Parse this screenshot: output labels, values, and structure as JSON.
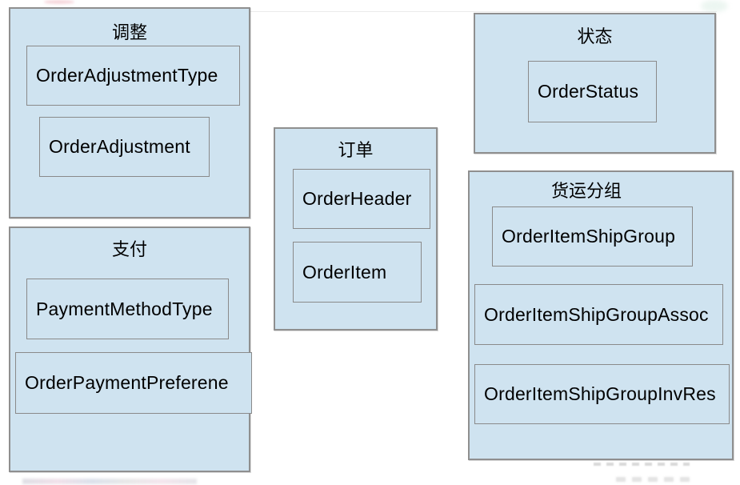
{
  "diagram": {
    "colors": {
      "box_fill": "#cfe3f0",
      "outer_border": "#8f8f8f",
      "inner_border": "#8a8a8a",
      "text": "#000000",
      "page_background": "#ffffff"
    },
    "groups": [
      {
        "id": "adjustment",
        "title": "调整",
        "entities": [
          "OrderAdjustmentType",
          "OrderAdjustment"
        ]
      },
      {
        "id": "payment",
        "title": "支付",
        "entities": [
          "PaymentMethodType",
          "OrderPaymentPreferene"
        ]
      },
      {
        "id": "order",
        "title": "订单",
        "entities": [
          "OrderHeader",
          "OrderItem"
        ]
      },
      {
        "id": "status",
        "title": "状态",
        "entities": [
          "OrderStatus"
        ]
      },
      {
        "id": "shipgroup",
        "title": "货运分组",
        "entities": [
          "OrderItemShipGroup",
          "OrderItemShipGroupAssoc",
          "OrderItemShipGroupInvRes"
        ]
      }
    ]
  }
}
